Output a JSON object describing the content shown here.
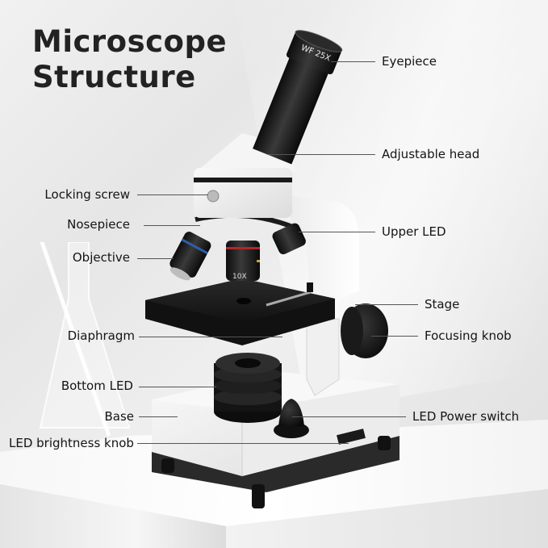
{
  "title": {
    "line1": "Microscope",
    "line2": "Structure"
  },
  "eyepiece_marking": "WF 25X",
  "objective_marking": "10X",
  "labels_left": [
    {
      "id": "locking-screw",
      "text": "Locking screw"
    },
    {
      "id": "nosepiece",
      "text": "Nosepiece"
    },
    {
      "id": "objective",
      "text": "Objective"
    },
    {
      "id": "diaphragm",
      "text": "Diaphragm"
    },
    {
      "id": "bottom-led",
      "text": "Bottom LED"
    },
    {
      "id": "base",
      "text": "Base"
    },
    {
      "id": "led-brightness-knob",
      "text": "LED brightness knob"
    }
  ],
  "labels_right": [
    {
      "id": "eyepiece",
      "text": "Eyepiece"
    },
    {
      "id": "adjustable-head",
      "text": "Adjustable head"
    },
    {
      "id": "upper-led",
      "text": "Upper LED"
    },
    {
      "id": "stage",
      "text": "Stage"
    },
    {
      "id": "focusing-knob",
      "text": "Focusing knob"
    },
    {
      "id": "led-power-switch",
      "text": "LED Power switch"
    }
  ],
  "colors": {
    "body_white": "#f4f4f4",
    "body_black": "#1c1c1c",
    "objective_blue_ring": "#2b5fa8",
    "objective_red_ring": "#b3262a",
    "objective_yellow_ring": "#c9a227",
    "leader_line": "#555555",
    "text": "#141414"
  }
}
